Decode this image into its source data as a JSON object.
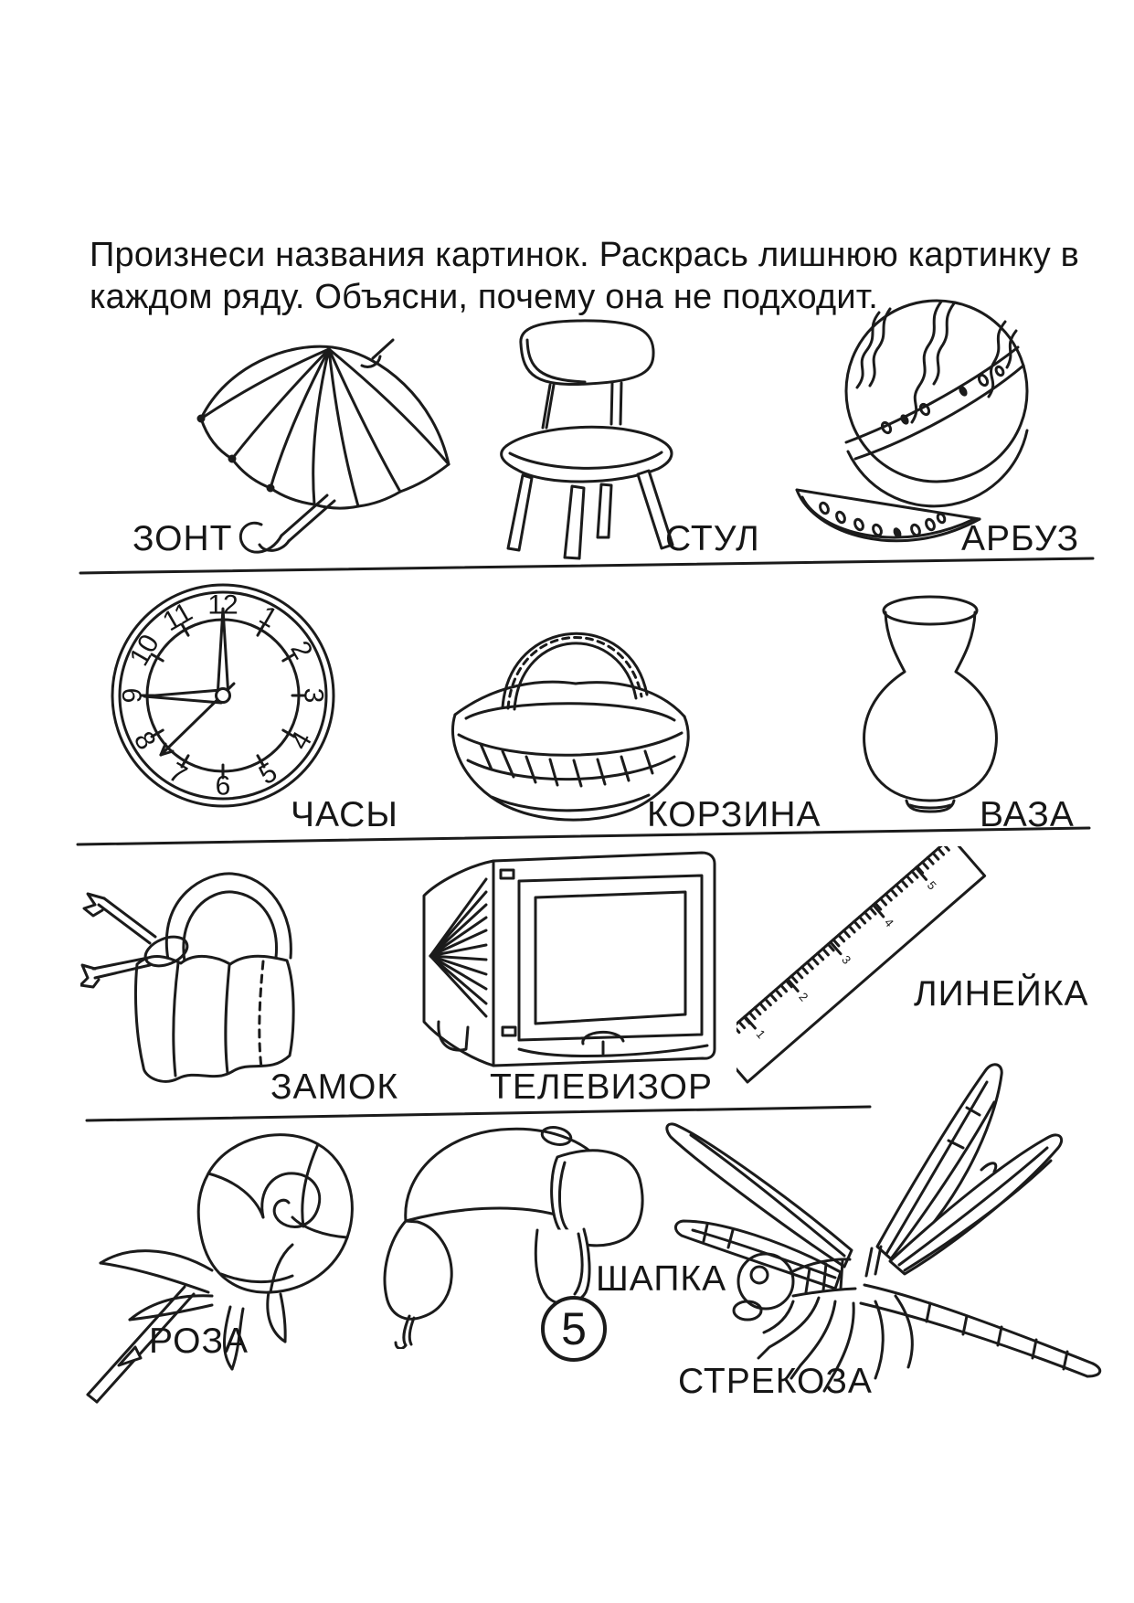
{
  "page": {
    "instructions": {
      "line1": "Произнеси названия картинок. Раскрась лишнюю картинку в",
      "line2": "каждом ряду. Объясни, почему она не подходит."
    },
    "page_number": "5"
  },
  "colors": {
    "ink": "#1a1a1a",
    "paper": "#ffffff"
  },
  "rows": [
    {
      "items": [
        {
          "name": "umbrella",
          "label": "ЗОНТ"
        },
        {
          "name": "chair",
          "label": "СТУЛ"
        },
        {
          "name": "watermelon",
          "label": "АРБУЗ"
        }
      ]
    },
    {
      "items": [
        {
          "name": "clock",
          "label": "ЧАСЫ"
        },
        {
          "name": "basket",
          "label": "КОРЗИНА"
        },
        {
          "name": "vase",
          "label": "ВАЗА"
        }
      ]
    },
    {
      "items": [
        {
          "name": "padlock",
          "label": "ЗАМОК"
        },
        {
          "name": "tv",
          "label": "ТЕЛЕВИЗОР"
        },
        {
          "name": "ruler",
          "label": "ЛИНЕЙКА"
        }
      ]
    },
    {
      "items": [
        {
          "name": "rose",
          "label": "РОЗА"
        },
        {
          "name": "hat",
          "label": "ШАПКА"
        },
        {
          "name": "dragonfly",
          "label": "СТРЕКОЗА"
        }
      ]
    }
  ],
  "clock": {
    "numbers": [
      "1",
      "2",
      "3",
      "4",
      "5",
      "6",
      "7",
      "8",
      "9",
      "10",
      "11",
      "12"
    ]
  },
  "ruler": {
    "numbers": [
      "1",
      "2",
      "3",
      "4",
      "5"
    ]
  }
}
